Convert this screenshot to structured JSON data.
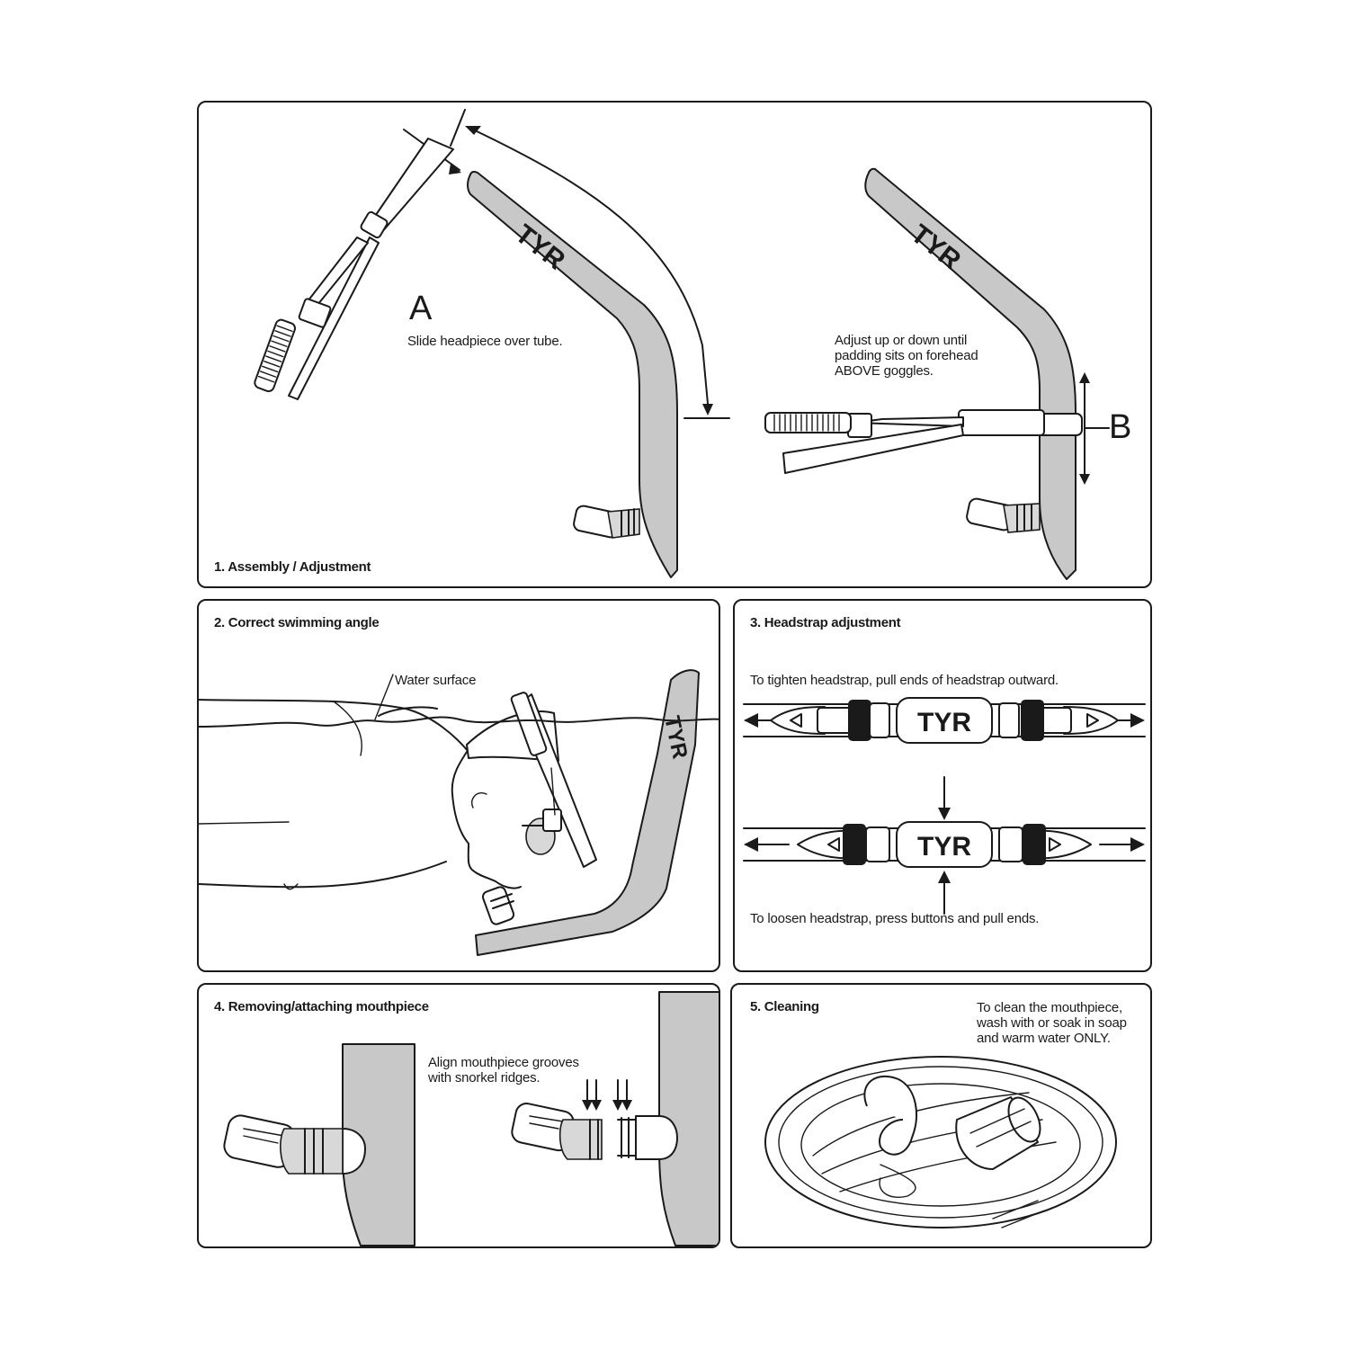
{
  "brand": "TYR",
  "panels": {
    "assembly": {
      "title": "1. Assembly / Adjustment",
      "step_a_letter": "A",
      "step_a_text": "Slide headpiece over tube.",
      "step_b_letter": "B",
      "step_b_text_1": "Adjust up or down until",
      "step_b_text_2": "padding sits on forehead",
      "step_b_text_3": "ABOVE goggles."
    },
    "angle": {
      "title": "2. Correct swimming angle",
      "water_label": "Water surface"
    },
    "headstrap": {
      "title": "3. Headstrap adjustment",
      "tighten_text": "To tighten headstrap, pull ends of headstrap outward.",
      "loosen_text": "To loosen headstrap, press buttons and pull ends."
    },
    "mouthpiece": {
      "title": "4. Removing/attaching mouthpiece",
      "align_text_1": "Align mouthpiece grooves",
      "align_text_2": "with snorkel ridges."
    },
    "cleaning": {
      "title": "5. Cleaning",
      "clean_text_1": "To clean the mouthpiece,",
      "clean_text_2": "wash with or soak in soap",
      "clean_text_3": "and warm water ONLY."
    }
  },
  "colors": {
    "tube_gray": "#c8c8c8",
    "ink": "#1a1a1a"
  }
}
